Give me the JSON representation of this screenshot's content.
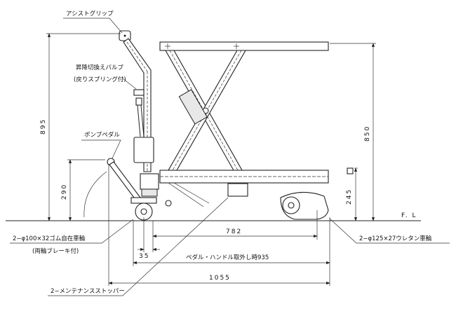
{
  "title": "Hand lift table side elevation drawing",
  "labels": {
    "assist_grip": "アシストグリップ",
    "valve": "昇降切換えバルブ",
    "valve_note": "(戻りスプリング付)",
    "pump_pedal": "ポンプペダル",
    "front_caster": "2−φ100×32ゴム自在車輪",
    "front_caster_note": "(両輪ブレーキ付)",
    "rear_wheel": "2−φ125×27ウレタン車輪",
    "stopper": "2−メンテナンスストッパー",
    "floor_line": "F. L"
  },
  "dimensions": {
    "overall_height": "895",
    "pedal_height": "290",
    "table_height": "850",
    "base_height": "245",
    "caster_offset": "35",
    "wheelbase": "782",
    "length_without_handle": "ペダル・ハンドル取外し時935",
    "overall_length": "1055"
  }
}
